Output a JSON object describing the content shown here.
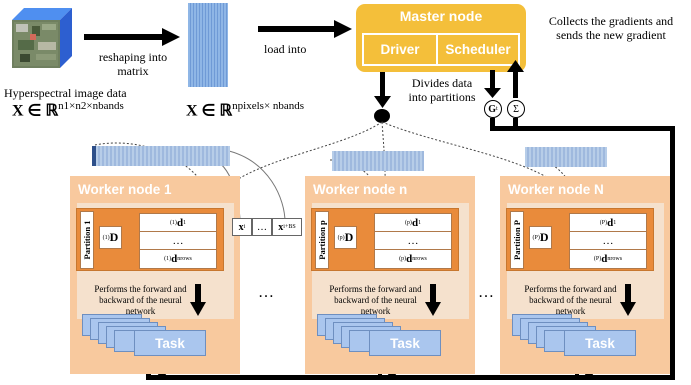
{
  "hsi": {
    "caption": "Hyperspectral image data",
    "formula": "X ∈ ℝ",
    "dims": "n1×n2×nbands"
  },
  "reshape": {
    "label_line1": "reshaping into",
    "label_line2": "matrix",
    "formula": "X ∈ ℝ",
    "dims": "npixels× nbands"
  },
  "load": {
    "label": "load into"
  },
  "master": {
    "title": "Master node",
    "driver": "Driver",
    "scheduler": "Scheduler",
    "note_line1": "Collects the gradients and",
    "note_line2": "sends the new gradient",
    "divides_line1": "Divides data",
    "divides_line2": "into partitions",
    "grad_symbol": "G",
    "grad_sub": "t",
    "sum_symbol": "Σ"
  },
  "workers": [
    {
      "title": "Worker node 1",
      "partition": "Partition 1",
      "index": "(1)",
      "performs_line1": "Performs the forward and",
      "performs_line2": "backward of the neural",
      "performs_line3": "network",
      "task": "Task"
    },
    {
      "title": "Worker node n",
      "partition": "Partition p",
      "index": "(p)",
      "performs_line1": "Performs the forward and",
      "performs_line2": "backward of the neural",
      "performs_line3": "network",
      "task": "Task"
    },
    {
      "title": "Worker node N",
      "partition": "Partition P",
      "index": "(P)",
      "performs_line1": "Performs the forward and",
      "performs_line2": "backward of the neural",
      "performs_line3": "network",
      "task": "Task"
    }
  ],
  "matrix_symbol": "D",
  "row_symbol": "d",
  "row_first_sub": "1",
  "row_last_sub": "nrows",
  "row_dots": "…",
  "batch": {
    "first": "x",
    "first_sub": "i",
    "dots": "…",
    "last": "x",
    "last_sub": "i+BS"
  },
  "ellipsis": "…"
}
